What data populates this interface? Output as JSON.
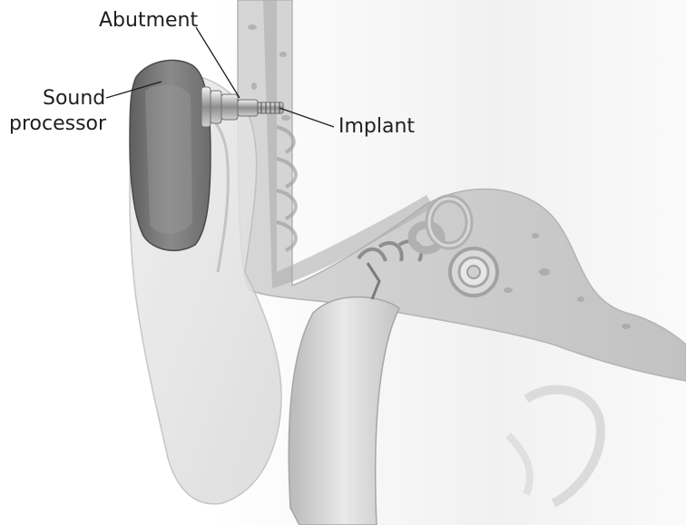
{
  "labels": {
    "abutment": "Abutment",
    "sound_processor_line1": "Sound",
    "sound_processor_line2": "processor",
    "implant": "Implant"
  }
}
